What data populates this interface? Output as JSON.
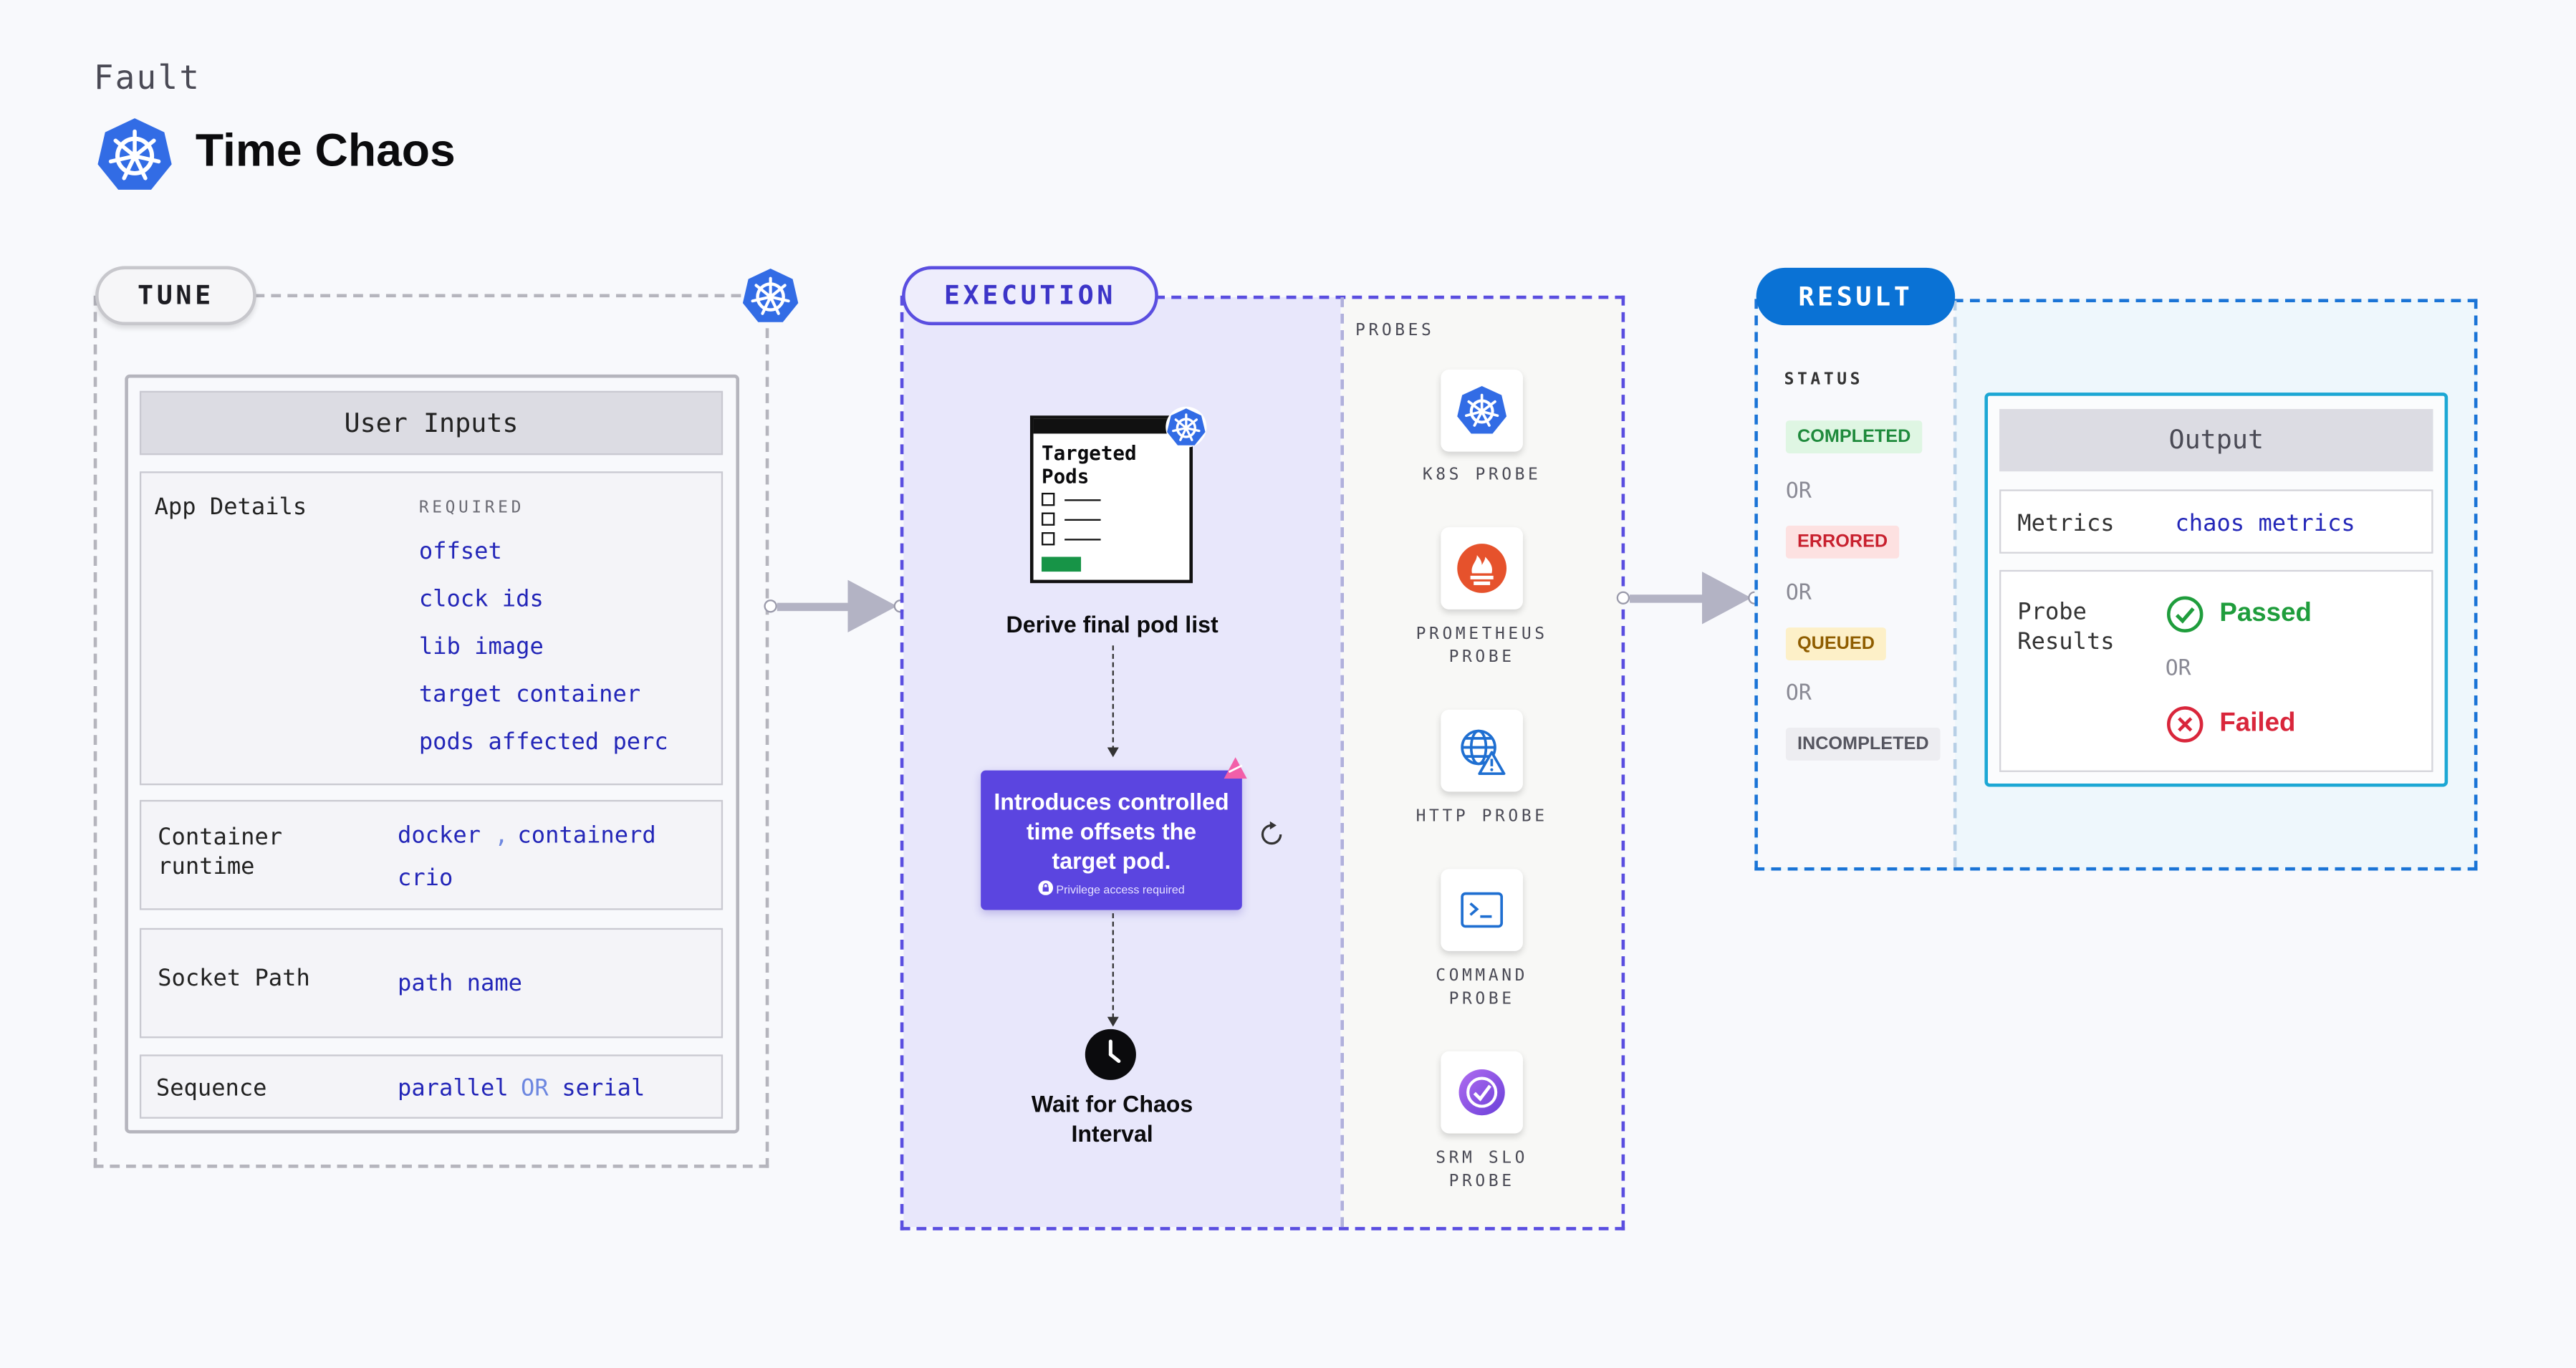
{
  "header": {
    "fault_label": "Fault",
    "title": "Time Chaos"
  },
  "tune": {
    "pill": "TUNE",
    "inputs_title": "User Inputs",
    "app_details": {
      "label": "App Details",
      "required": "REQUIRED",
      "items": [
        "offset",
        "clock ids",
        "lib image",
        "target container",
        "pods affected perc"
      ]
    },
    "container_runtime": {
      "label_line1": "Container",
      "label_line2": "runtime",
      "v1": "docker",
      "sep": ",",
      "v2": "containerd",
      "v3": "crio"
    },
    "socket_path": {
      "label": "Socket Path",
      "value": "path name"
    },
    "sequence": {
      "label": "Sequence",
      "v1": "parallel",
      "or": "OR",
      "v2": "serial"
    }
  },
  "execution": {
    "pill": "EXECUTION",
    "targeted_pods_line1": "Targeted",
    "targeted_pods_line2": "Pods",
    "step1": "Derive final pod list",
    "action_line1": "Introduces controlled",
    "action_line2": "time offsets the",
    "action_line3": "target pod.",
    "privilege": "Privilege access required",
    "step3_line1": "Wait for Chaos",
    "step3_line2": "Interval"
  },
  "probes": {
    "title": "PROBES",
    "items": [
      {
        "line1": "K8S PROBE",
        "line2": "",
        "icon": "k8s-icon"
      },
      {
        "line1": "PROMETHEUS",
        "line2": "PROBE",
        "icon": "prometheus-icon"
      },
      {
        "line1": "HTTP PROBE",
        "line2": "",
        "icon": "http-globe-icon"
      },
      {
        "line1": "COMMAND",
        "line2": "PROBE",
        "icon": "terminal-icon"
      },
      {
        "line1": "SRM SLO",
        "line2": "PROBE",
        "icon": "srm-slo-icon"
      }
    ]
  },
  "result": {
    "pill": "RESULT",
    "status_title": "STATUS",
    "statuses": [
      "COMPLETED",
      "ERRORED",
      "QUEUED",
      "INCOMPLETED"
    ],
    "or": "OR",
    "output_title": "Output",
    "metrics_label": "Metrics",
    "metrics_value": "chaos metrics",
    "probe_results_line1": "Probe",
    "probe_results_line2": "Results",
    "passed": "Passed",
    "failed": "Failed"
  },
  "colors": {
    "execution_accent": "#5a4ee0",
    "result_accent": "#0a72d5",
    "value_blue": "#2326b8",
    "passed_green": "#1f9d3c",
    "failed_red": "#d9263b"
  }
}
